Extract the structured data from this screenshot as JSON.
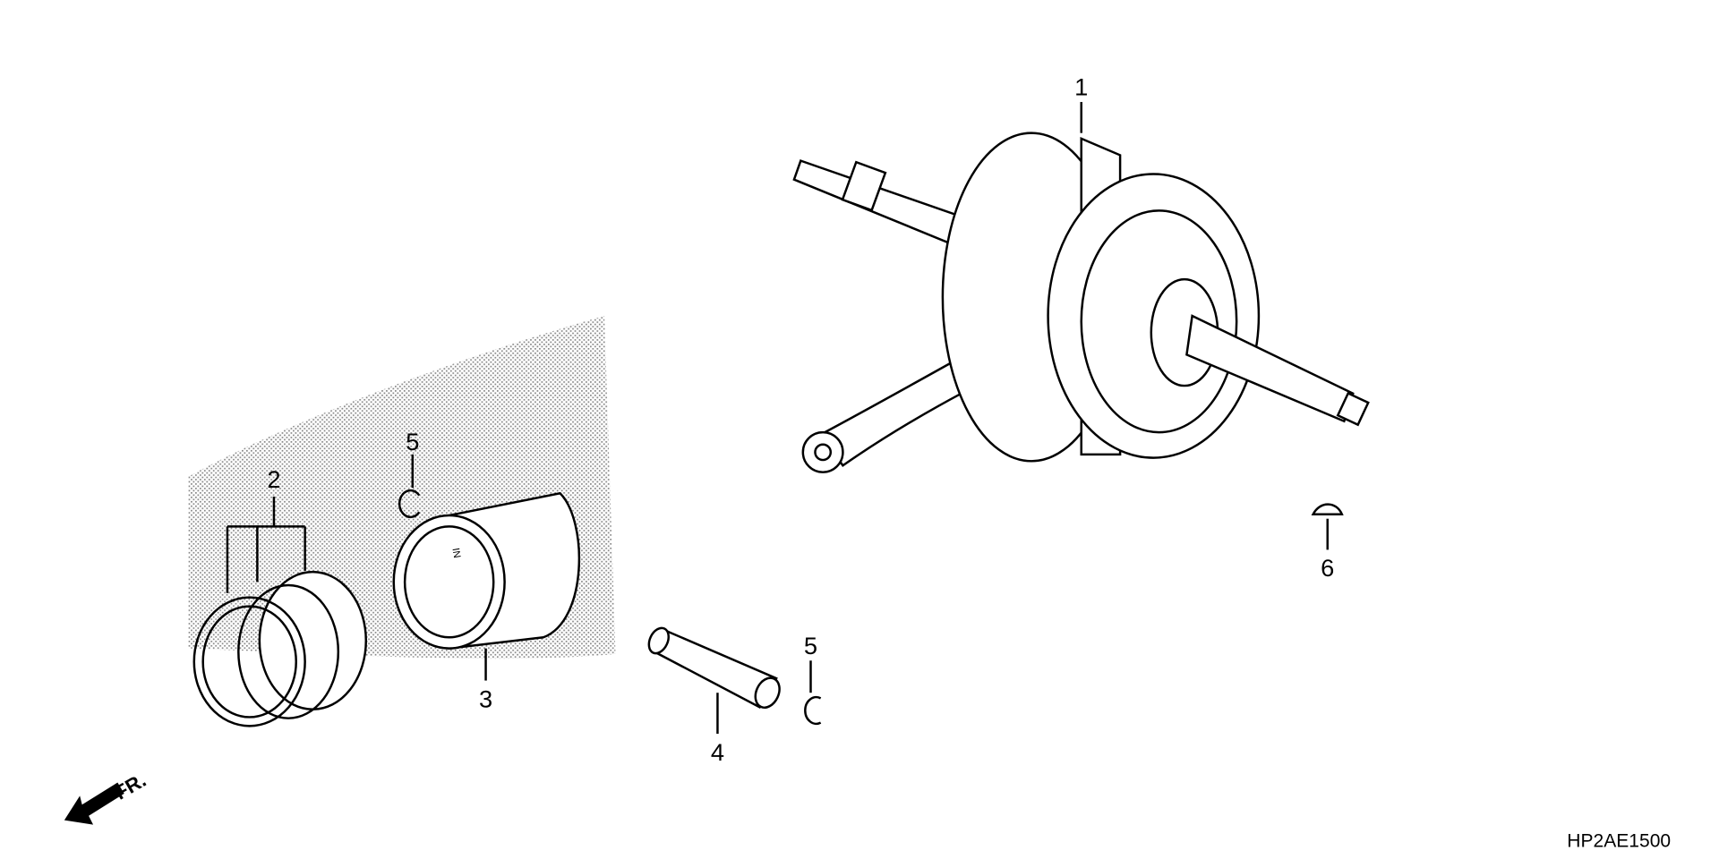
{
  "diagram": {
    "callouts": [
      {
        "number": "1",
        "part": "crankshaft"
      },
      {
        "number": "2",
        "part": "piston-ring-set"
      },
      {
        "number": "3",
        "part": "piston"
      },
      {
        "number": "4",
        "part": "piston-pin"
      },
      {
        "number": "5",
        "part": "piston-pin-clip"
      },
      {
        "number": "5",
        "part": "piston-pin-clip"
      },
      {
        "number": "6",
        "part": "woodruff-key"
      }
    ],
    "piston_mark": "IN",
    "front_arrow_label": "FR.",
    "diagram_code": "HP2AE1500"
  }
}
